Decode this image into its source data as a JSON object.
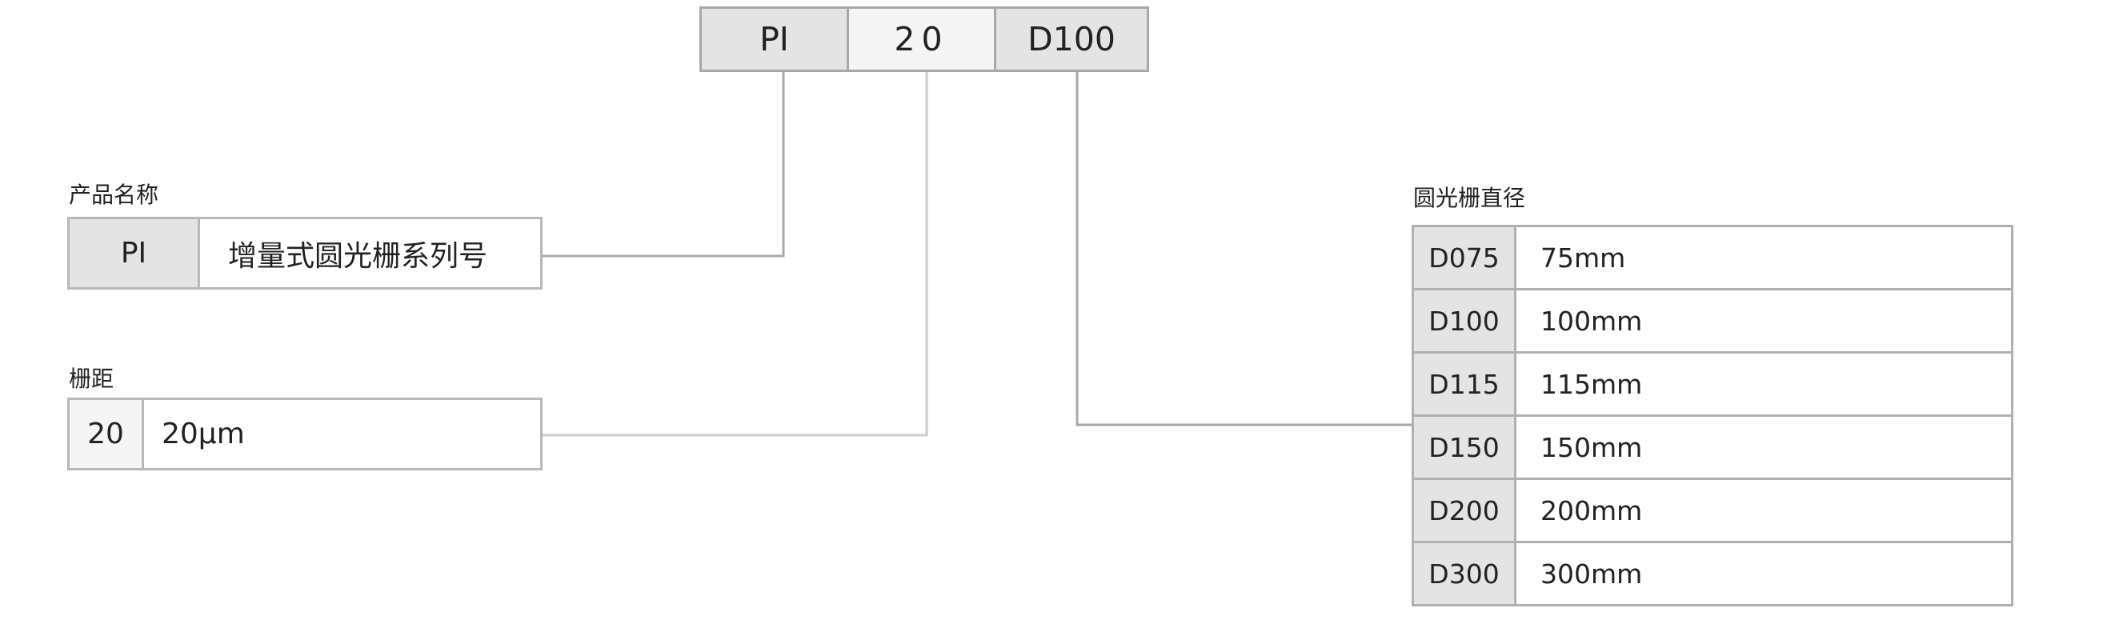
{
  "code": {
    "segments": [
      "PI",
      "20",
      "D100"
    ]
  },
  "product_name": {
    "label": "产品名称",
    "code": "PI",
    "description": "增量式圆光栅系列号"
  },
  "pitch": {
    "label": "栅距",
    "code": "20",
    "description": "20μm"
  },
  "diameter": {
    "label": "圆光栅直径",
    "rows": [
      {
        "code": "D075",
        "value": "75mm"
      },
      {
        "code": "D100",
        "value": "100mm"
      },
      {
        "code": "D115",
        "value": "115mm"
      },
      {
        "code": "D150",
        "value": "150mm"
      },
      {
        "code": "D200",
        "value": "200mm"
      },
      {
        "code": "D300",
        "value": "300mm"
      }
    ]
  }
}
